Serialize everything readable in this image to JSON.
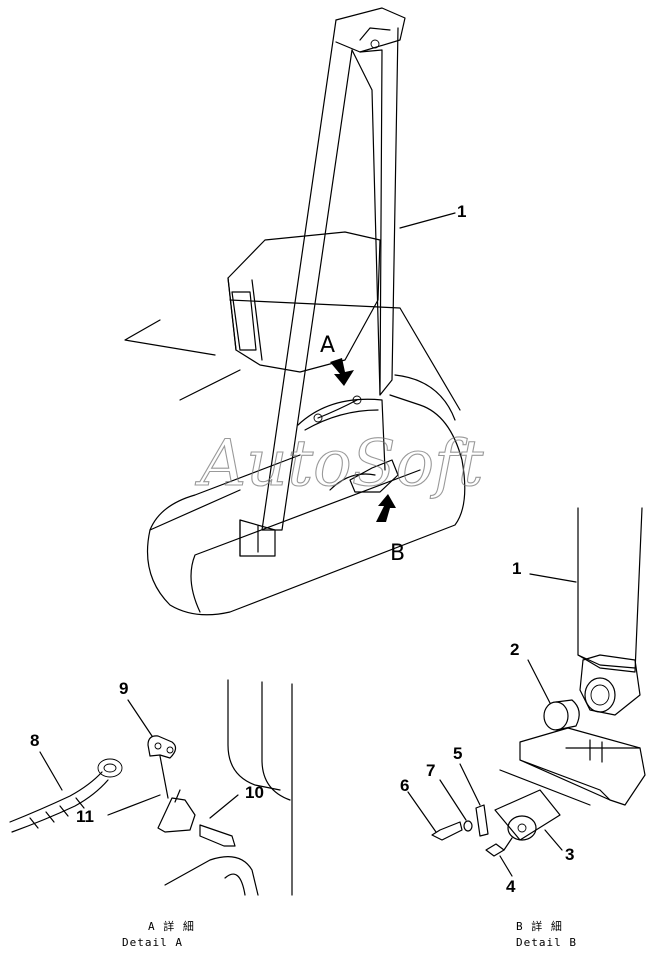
{
  "watermark": "AutoSoft",
  "view_labels": {
    "a": "A",
    "b": "B"
  },
  "parts": {
    "p1_main": "1",
    "p1_detail": "1",
    "p2": "2",
    "p3": "3",
    "p4": "4",
    "p5": "5",
    "p6": "6",
    "p7": "7",
    "p8": "8",
    "p9": "9",
    "p10": "10",
    "p11": "11"
  },
  "captions": {
    "a_line1": "A 詳 細",
    "a_line2": "Detail A",
    "b_line1": "B 詳 細",
    "b_line2": "Detail B"
  }
}
